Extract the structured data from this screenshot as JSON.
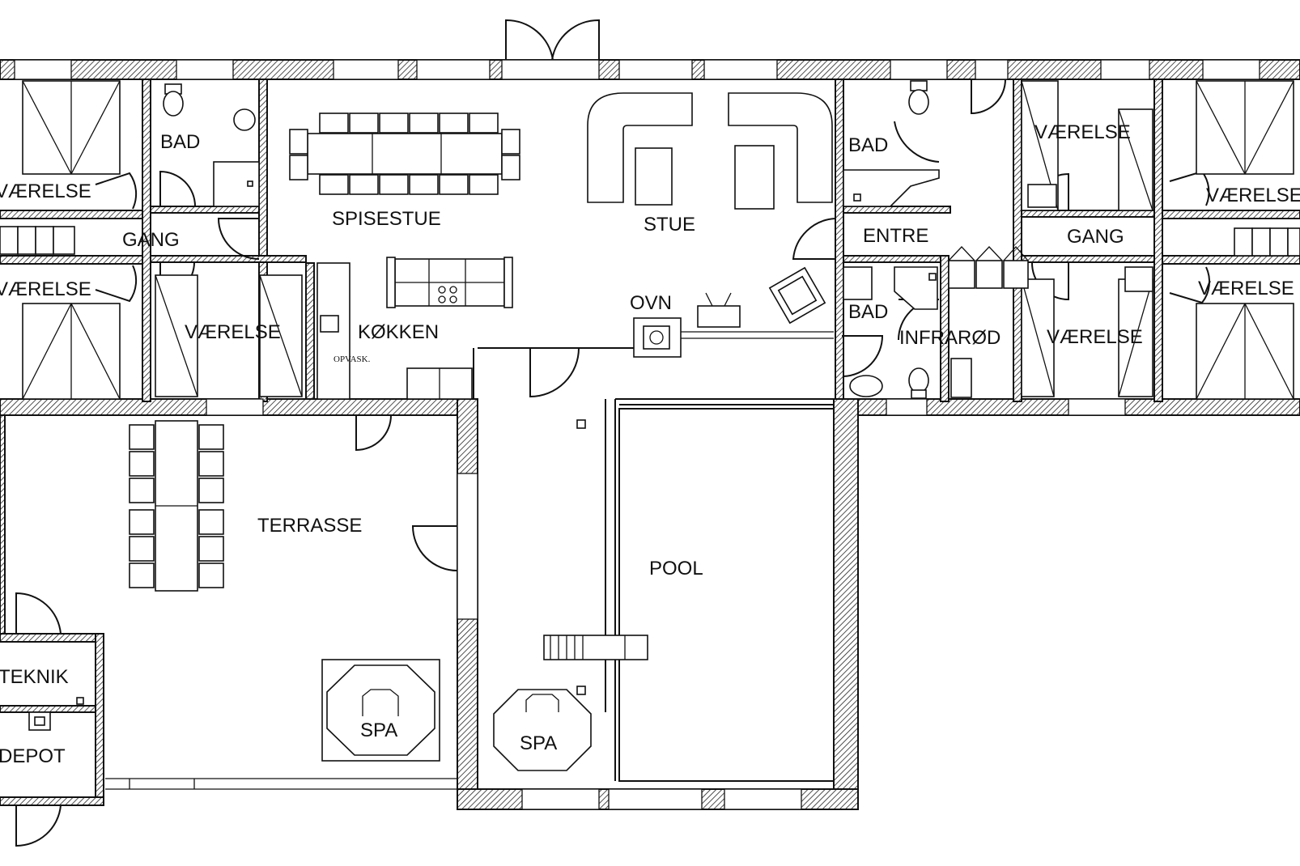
{
  "plan": {
    "labels": {
      "vaerelse_nw_top": "VÆRELSE",
      "vaerelse_nw_bottom": "VÆRELSE",
      "bad_nw": "BAD",
      "gang_west": "GANG",
      "vaerelse_mid": "VÆRELSE",
      "spisestue": "SPISESTUE",
      "stue": "STUE",
      "koekken": "KØKKEN",
      "opvask": "OPVASK.",
      "ovn": "OVN",
      "bad_ne_top": "BAD",
      "entre": "ENTRE",
      "bad_ne_bottom": "BAD",
      "infrarod": "INFRARØD",
      "vaerelse_ne_top": "VÆRELSE",
      "gang_east": "GANG",
      "vaerelse_ne_bottom": "VÆRELSE",
      "vaerelse_far_e_top": "VÆRELSE",
      "vaerelse_far_e_bottom": "VÆRELSE",
      "terrasse": "TERRASSE",
      "pool": "POOL",
      "spa_terrace": "SPA",
      "spa_pool": "SPA",
      "teknik": "TEKNIK",
      "depot": "DEPOT"
    },
    "colors": {
      "line": "#111111",
      "background": "#ffffff"
    }
  }
}
